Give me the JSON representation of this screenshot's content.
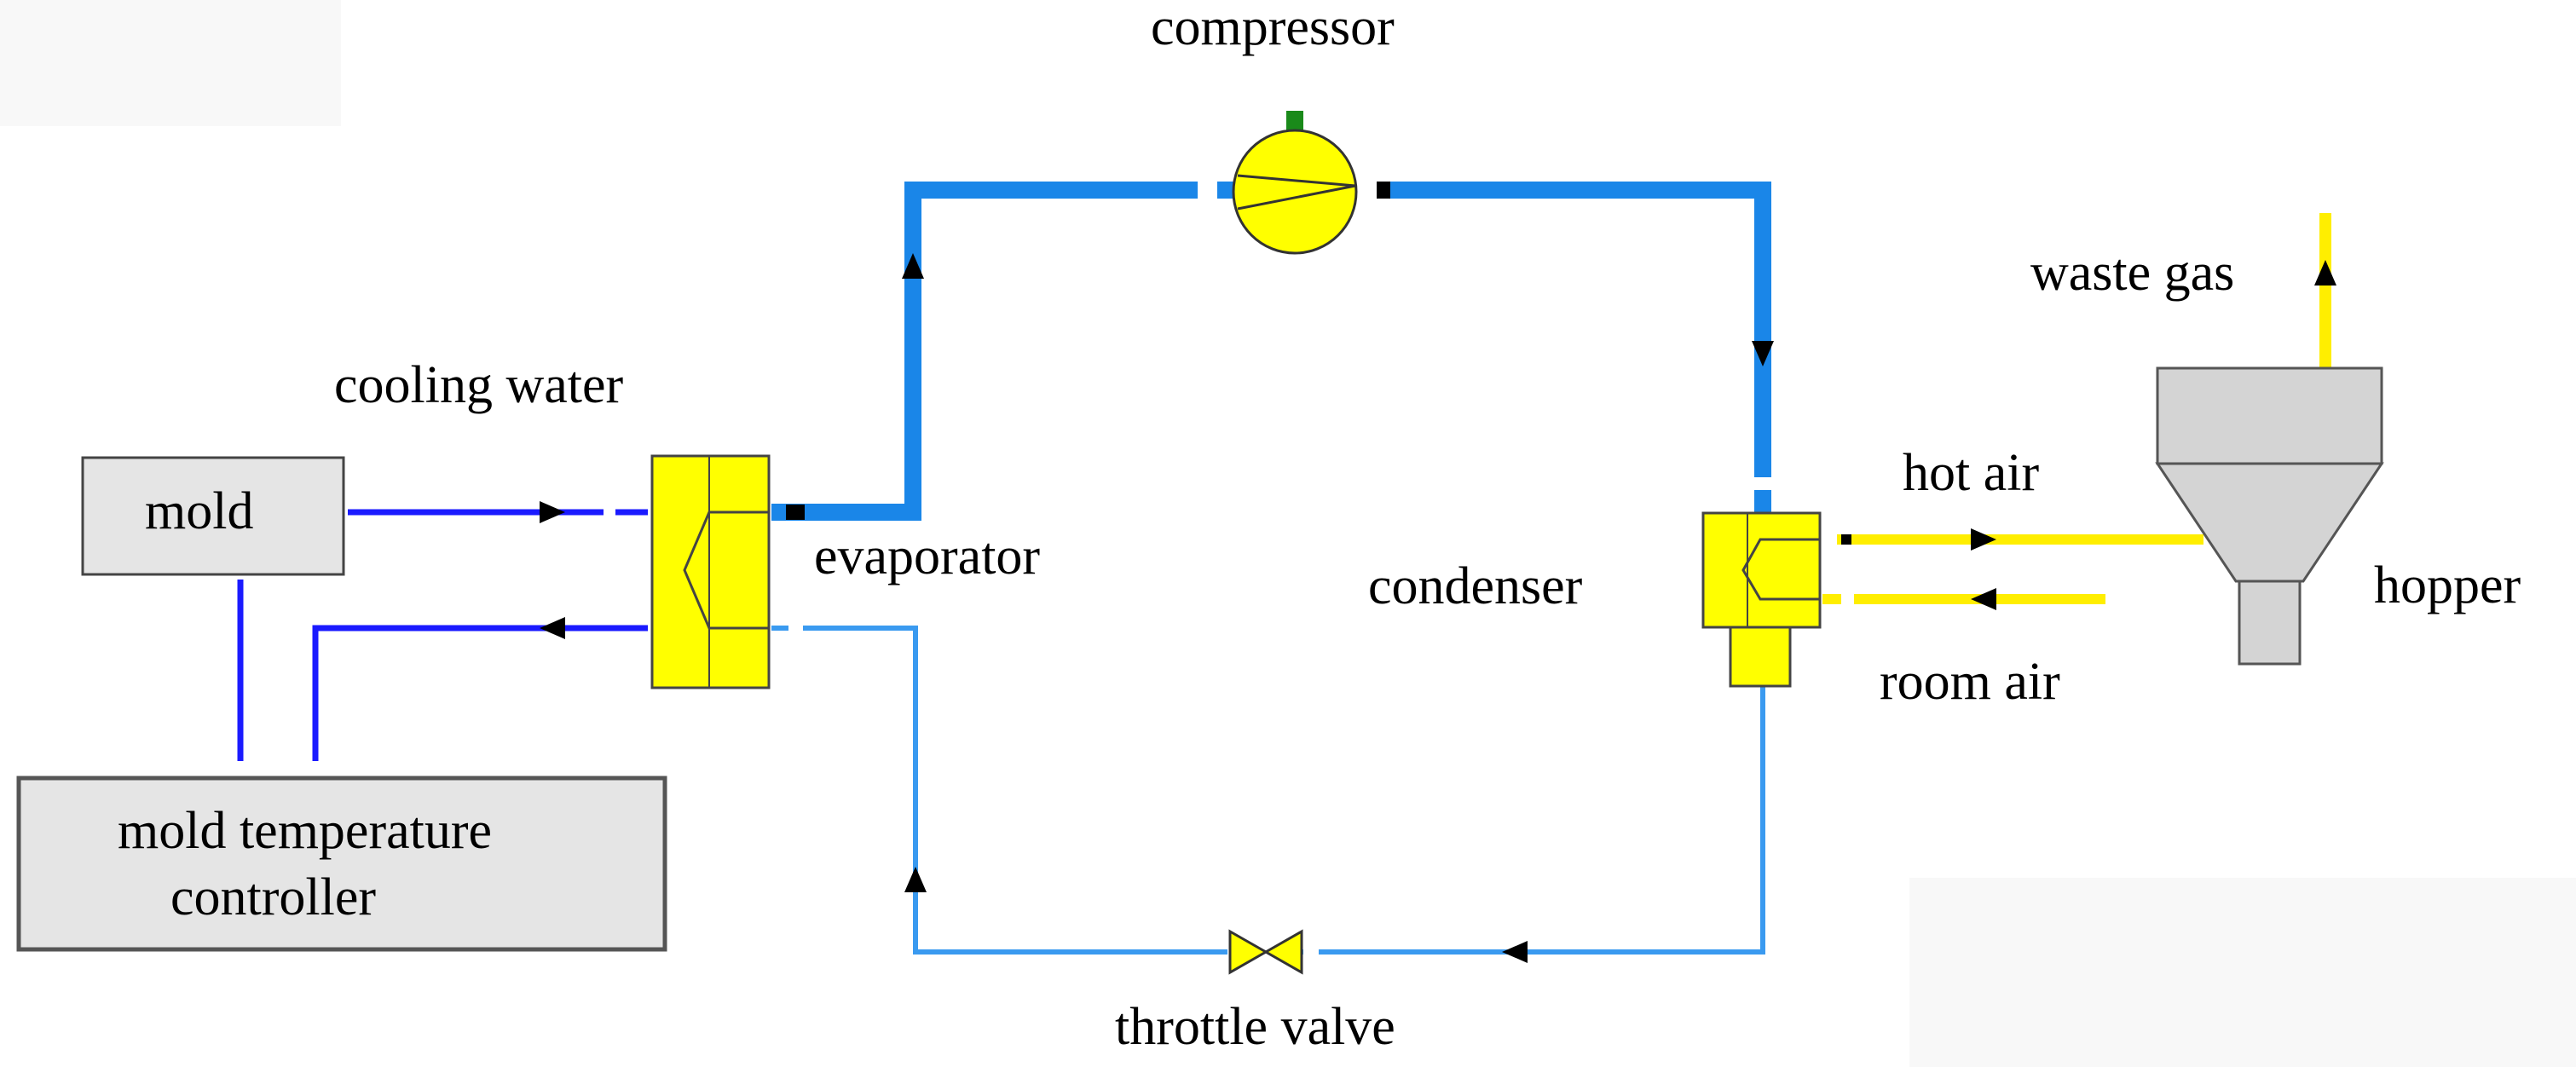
{
  "labels": {
    "compressor": "compressor",
    "cooling_water": "cooling water",
    "mold": "mold",
    "evaporator": "evaporator",
    "condenser": "condenser",
    "hot_air": "hot air",
    "room_air": "room air",
    "waste_gas": "waste gas",
    "hopper": "hopper",
    "mold_temp_controller_line1": "mold temperature",
    "mold_temp_controller_line2": "controller",
    "throttle_valve": "throttle valve"
  },
  "colors": {
    "refrigerant_hot": "#1a86e8",
    "refrigerant_cold": "#3a9af0",
    "water": "#1a1aff",
    "air": "#ffee00",
    "component_fill": "#ffff00",
    "box_fill": "#e5e5e5",
    "hopper_fill": "#d4d4d4",
    "compressor_top": "#1a8a1a"
  }
}
